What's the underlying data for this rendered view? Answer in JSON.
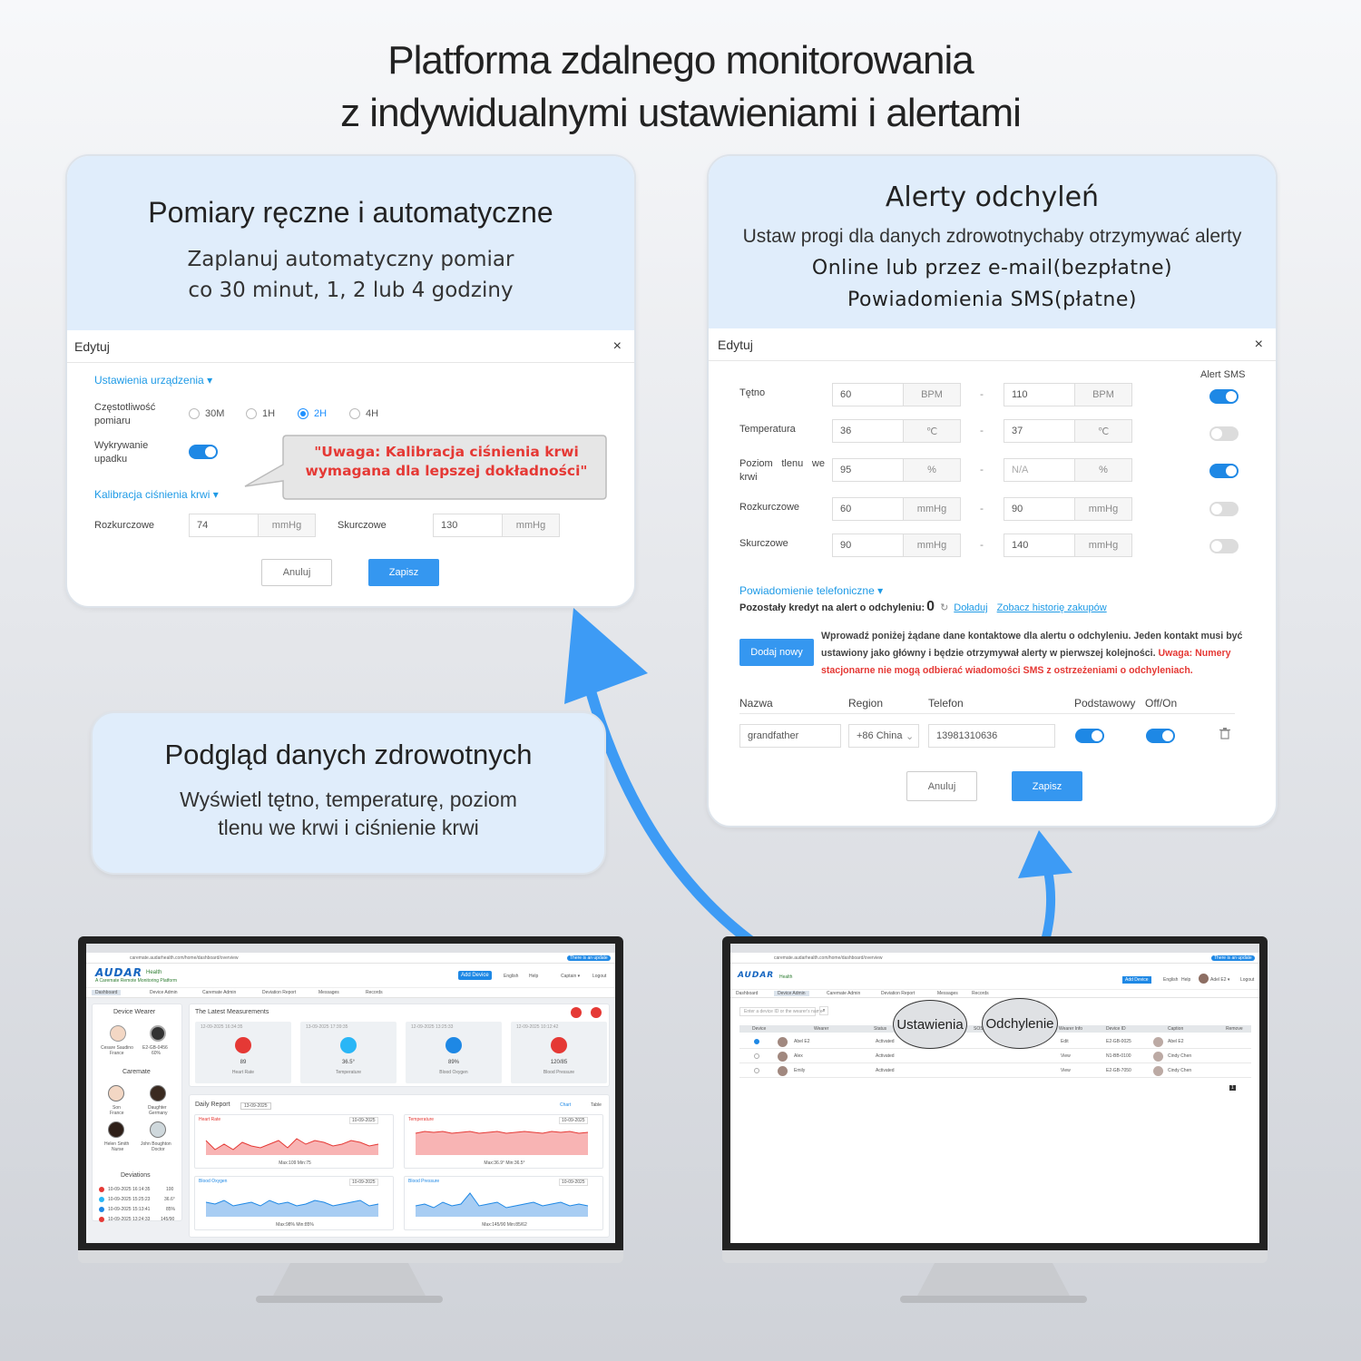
{
  "title": {
    "line1": "Platforma zdalnego monitorowania",
    "line2": "z indywidualnymi ustawieniami i alertami"
  },
  "card_left": {
    "heading": "Pomiary ręczne i automatyczne",
    "sub1": "Zaplanuj automatyczny pomiar",
    "sub2": "co 30 minut, 1, 2 lub 4 godziny",
    "dialog": {
      "title": "Edytuj",
      "close": "×",
      "device_settings": "Ustawienia urządzenia ▾",
      "frequency_label": "Częstotliwość pomiaru",
      "frequency_options": [
        "30M",
        "1H",
        "2H",
        "4H"
      ],
      "frequency_selected": "2H",
      "fall_label": "Wykrywanie upadku",
      "fall_on": true,
      "callout": "\"Uwaga: Kalibracja ciśnienia krwi wymagana dla lepszej dokładności\"",
      "calibration": "Kalibracja ciśnienia krwi ▾",
      "diastolic_label": "Rozkurczowe",
      "diastolic_value": "74",
      "systolic_label": "Skurczowe",
      "systolic_value": "130",
      "unit": "mmHg",
      "cancel": "Anuluj",
      "save": "Zapisz"
    }
  },
  "card_right": {
    "heading": "Alerty odchyleń",
    "sub1": "Ustaw progi dla danych zdrowotnychaby otrzymywać alerty",
    "sub2": "Online lub przez e-mail(bezpłatne)",
    "sub3": "Powiadomienia SMS(płatne)",
    "dialog": {
      "title": "Edytuj",
      "close": "×",
      "alert_sms_header": "Alert SMS",
      "rows": [
        {
          "label": "Tętno",
          "min": "60",
          "max": "110",
          "unit": "BPM",
          "sms": true
        },
        {
          "label": "Temperatura",
          "min": "36",
          "max": "37",
          "unit": "℃",
          "sms": false
        },
        {
          "label": "Poziom tlenu we krwi",
          "min": "95",
          "max": "N/A",
          "unit": "%",
          "sms": true
        },
        {
          "label": "Rozkurczowe",
          "min": "60",
          "max": "90",
          "unit": "mmHg",
          "sms": false
        },
        {
          "label": "Skurczowe",
          "min": "90",
          "max": "140",
          "unit": "mmHg",
          "sms": false
        }
      ],
      "dash": "-",
      "phone_notify": "Powiadomienie telefoniczne ▾",
      "credit_label": "Pozostały kredyt na alert o odchyleniu:",
      "credit_value": "0",
      "topup": "Doładuj",
      "history": "Zobacz historię zakupów",
      "add_new": "Dodaj nowy",
      "info_text": "Wprowadź poniżej żądane dane kontaktowe dla alertu o odchyleniu. Jeden kontakt musi być ustawiony jako główny i będzie otrzymywał alerty w pierwszej kolejności.",
      "warning_text": "Uwaga: Numery stacjonarne nie mogą odbierać wiadomości SMS z ostrzeżeniami o odchyleniach.",
      "cols": [
        "Nazwa",
        "Region",
        "Telefon",
        "Podstawowy",
        "Off/On"
      ],
      "contact": {
        "name": "grandfather",
        "region": "+86 China",
        "phone": "13981310636",
        "primary": true,
        "on": true
      },
      "cancel": "Anuluj",
      "save": "Zapisz"
    }
  },
  "card_mid": {
    "heading": "Podgląd danych zdrowotnych",
    "sub1": "Wyświetl tętno, temperaturę, poziom",
    "sub2": "tlenu we krwi i ciśnienie krwi"
  },
  "monitor_left": {
    "url": "caremate.audarhealth.com/home/dashboard/overview",
    "update": "There is an update",
    "logo": "AUDAR",
    "logo_sub": "Health",
    "logo_tag": "A Caremate Remote Monitoring Platform",
    "add_device": "Add Device",
    "top_links": [
      "English",
      "Help",
      "Captain ▾",
      "Logout"
    ],
    "tabs": [
      "Dashboard",
      "Device Admin",
      "Caremate Admin",
      "Deviation Report",
      "Messages",
      "Records"
    ],
    "device_wearer": "Device Wearer",
    "wearers": [
      {
        "name": "Cesare Saudino",
        "sub": "France"
      },
      {
        "name": "E2-GB-0456",
        "sub": "60%"
      }
    ],
    "caremate": "Caremate",
    "caremates": [
      {
        "name": "Son",
        "sub": "France"
      },
      {
        "name": "Daughter",
        "sub": "Germany"
      },
      {
        "name": "Helen Smith",
        "sub": "Nurse"
      },
      {
        "name": "John Boughton",
        "sub": "Doctor"
      }
    ],
    "deviations": "Deviations",
    "deviation_rows": [
      {
        "date": "10-09-2025 16:14:35",
        "val": "100"
      },
      {
        "date": "10-09-2025 15:25:23",
        "val": "36.6°"
      },
      {
        "date": "10-09-2025 15:13:41",
        "val": "85%"
      },
      {
        "date": "10-09-2025 13:24:33",
        "val": "145/90"
      }
    ],
    "latest": "The Latest Measurements",
    "measures": [
      {
        "time": "12-09-2025 16:34:35",
        "value": "89",
        "label": "Heart Rate",
        "color": "#e53935"
      },
      {
        "time": "13-09-2025 17:39:35",
        "value": "36.5°",
        "label": "Temperature",
        "color": "#29b6f6"
      },
      {
        "time": "12-09-2025 13:25:33",
        "value": "89%",
        "label": "Blood Oxygen",
        "color": "#1e88e5"
      },
      {
        "time": "12-09-2025 10:12:42",
        "value": "120/85",
        "label": "Blood Pressure",
        "color": "#e53935"
      }
    ],
    "daily": "Daily Report",
    "daily_date": "13-09-2025",
    "chart_toggle": [
      "Chart",
      "Table"
    ],
    "charts": [
      {
        "name": "Heart Rate",
        "stat": "Max:109 Min:75",
        "color": "#e53935",
        "date": "10-09-2025"
      },
      {
        "name": "Temperature",
        "stat": "Max:36.9° Min:36.5°",
        "color": "#e53935",
        "date": "10-09-2025"
      },
      {
        "name": "Blood Oxygen",
        "stat": "Max:98% Min:85%",
        "color": "#1e88e5",
        "date": "10-09-2025"
      },
      {
        "name": "Blood Pressure",
        "stat": "Max:145/90 Min:85/62",
        "color": "#1e88e5",
        "date": "10-09-2025"
      }
    ]
  },
  "monitor_right": {
    "url": "caremate.audarhealth.com/home/dashboard/overview",
    "update": "There is an update",
    "logo": "AUDAR",
    "logo_sub": "Health",
    "add_device": "Add Device",
    "top_links": [
      "English",
      "Help",
      "Adel E2 ▾",
      "Logout"
    ],
    "tabs": [
      "Dashboard",
      "Device Admin",
      "Caremate Admin",
      "Deviation Report",
      "Messages",
      "Records"
    ],
    "search_placeholder": "Enter a device ID or the wearer's name",
    "columns": [
      "Device",
      "Wearer",
      "Status",
      "SOS",
      "Wearer Info",
      "Device ID",
      "Caption",
      "Remove"
    ],
    "rows": [
      {
        "wearer": "Abel E2",
        "status": "Activated",
        "id": "E2-GB-0025",
        "caption": "Abel E2",
        "info": "Edit"
      },
      {
        "wearer": "Alex",
        "status": "Activated",
        "id": "N1-BB-0100",
        "caption": "Cindy Chen",
        "info": "View"
      },
      {
        "wearer": "Emily",
        "status": "Activated",
        "id": "E2-GB-7050",
        "caption": "Cindy Chen",
        "info": "View"
      }
    ],
    "page": "1"
  },
  "bubbles": {
    "settings": "Ustawienia",
    "deviation": "Odchylenie"
  },
  "colors": {
    "accent": "#3597f0",
    "arrow": "#3d9bf5",
    "header_bg": "#e0edfb",
    "warn": "#e53935"
  }
}
